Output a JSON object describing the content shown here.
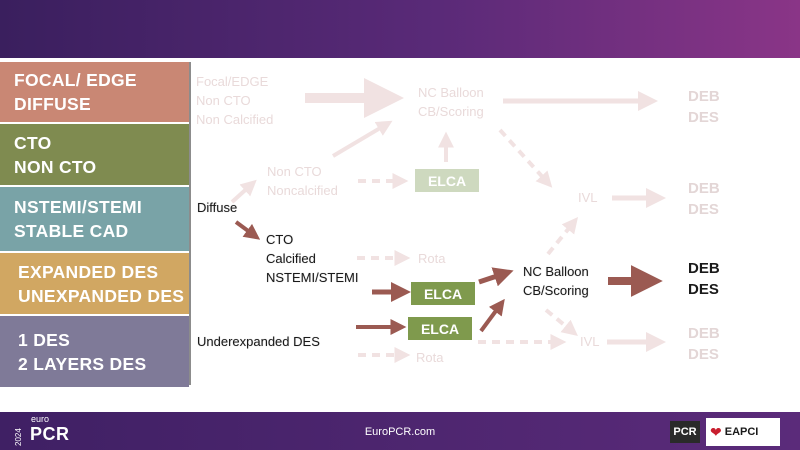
{
  "categories": [
    {
      "lines": [
        "FOCAL/ EDGE",
        "DIFFUSE"
      ],
      "color": "#c98774"
    },
    {
      "lines": [
        "CTO",
        "NON CTO"
      ],
      "color": "#7f8b50"
    },
    {
      "lines": [
        "NSTEMI/STEMI",
        "STABLE CAD"
      ],
      "color": "#79a3a7"
    },
    {
      "lines": [
        "EXPANDED DES",
        "UNEXPANDED DES"
      ],
      "color": "#d1a762"
    },
    {
      "lines": [
        "1 DES",
        "2 LAYERS DES"
      ],
      "color": "#7f7a98"
    }
  ],
  "flow": {
    "focal_edge": [
      "Focal/EDGE",
      "Non CTO",
      "Non Calcified"
    ],
    "nc_balloon_top": [
      "NC Balloon",
      "CB/Scoring"
    ],
    "deb_des_top": [
      "DEB",
      "DES"
    ],
    "non_cto": [
      "Non CTO",
      "Noncalcified"
    ],
    "elca_top": "ELCA",
    "diffuse": "Diffuse",
    "ivl_top": "IVL",
    "deb_des_mid": [
      "DEB",
      "DES"
    ],
    "cto": [
      "CTO",
      "Calcified",
      "NSTEMI/STEMI"
    ],
    "rota_top": "Rota",
    "elca_mid": "ELCA",
    "nc_balloon_main": [
      "NC Balloon",
      "CB/Scoring"
    ],
    "deb_des_main": [
      "DEB",
      "DES"
    ],
    "underexpanded": "Underexpanded DES",
    "elca_bottom": "ELCA",
    "ivl_bottom": "IVL",
    "deb_des_bottom": [
      "DEB",
      "DES"
    ],
    "rota_bottom": "Rota"
  },
  "footer": {
    "year": "2024",
    "logo_small": "euro",
    "logo_big": "PCR",
    "url": "EuroPCR.com",
    "pcr_badge": "PCR",
    "eapci": "EAPCI"
  },
  "colors": {
    "arrow_active": "#9b5a52",
    "arrow_faded": "#f1e2e2",
    "elca_active": "#7f9a4d",
    "elca_faded": "#ced9bf"
  }
}
